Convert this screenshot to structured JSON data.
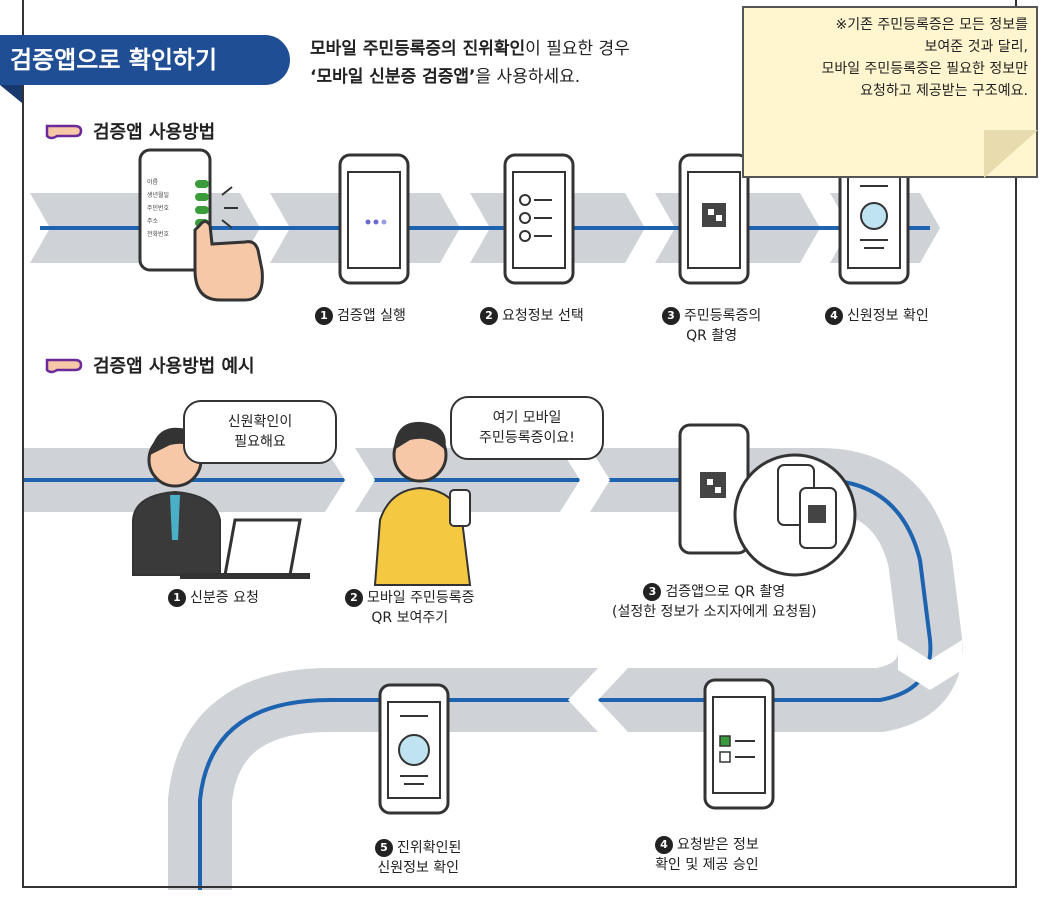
{
  "header": {
    "title": "검증앱으로 확인하기",
    "intro_line1_bold": "모바일 주민등록증의 진위확인",
    "intro_line1_rest": "이 필요한 경우",
    "intro_line2_bold": "‘모바일 신분증 검증앱’",
    "intro_line2_rest": "을 사용하세요."
  },
  "note": {
    "line1": "※기존 주민등록증은 모든 정보를",
    "line2": "보여준 것과 달리,",
    "line3": "모바일 주민등록증은 필요한 정보만",
    "line4": "요청하고 제공받는 구조예요."
  },
  "usage": {
    "heading": "검증앱 사용방법",
    "steps": [
      {
        "num": "1",
        "label": "검증앱 실행"
      },
      {
        "num": "2",
        "label": "요청정보 선택"
      },
      {
        "num": "3",
        "label": "주민등록증의",
        "label2": "QR 촬영"
      },
      {
        "num": "4",
        "label": "신원정보 확인"
      }
    ],
    "phone_list": [
      "이름",
      "생년월일",
      "주민번호",
      "주소",
      "전화번호"
    ]
  },
  "example": {
    "heading": "검증앱 사용방법 예시",
    "bubble1": {
      "line1": "신원확인이",
      "line2": "필요해요"
    },
    "bubble2": {
      "line1": "여기 모바일",
      "line2": "주민등록증이요!"
    },
    "steps": [
      {
        "num": "1",
        "label": "신분증 요청"
      },
      {
        "num": "2",
        "label": "모바일 주민등록증",
        "label2": "QR 보여주기"
      },
      {
        "num": "3",
        "label": "검증앱으로 QR 촬영",
        "label2": "(설정한 정보가 소지자에게 요청됨)"
      },
      {
        "num": "4",
        "label": "요청받은 정보",
        "label2": "확인 및 제공 승인"
      },
      {
        "num": "5",
        "label": "진위확인된",
        "label2": "신원정보 확인"
      }
    ]
  },
  "colors": {
    "brand_blue": "#1f4e95",
    "line_blue": "#1e63b0",
    "road_gray": "#cfd3d8",
    "note_yellow": "#fff6cf"
  }
}
